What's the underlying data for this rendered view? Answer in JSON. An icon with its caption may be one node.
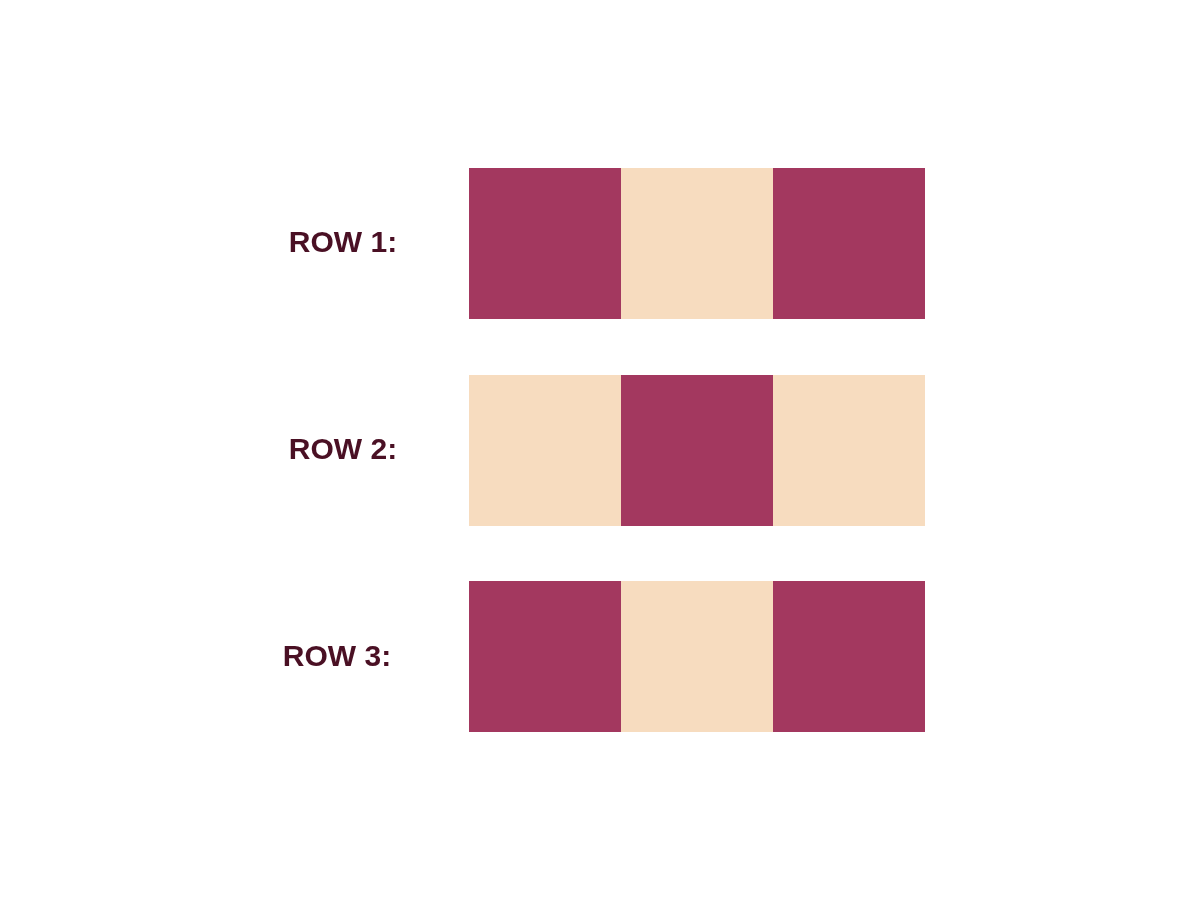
{
  "diagram": {
    "nodes": [
      {
        "text": [],
        "shape": "box"
      },
      {
        "text": [],
        "shape": "box"
      },
      {
        "text": [],
        "shape": "box"
      },
      {
        "text": [],
        "shape": "box"
      },
      {
        "text": [],
        "shape": "box"
      },
      {
        "text": [],
        "shape": "box"
      },
      {
        "text": [],
        "shape": "box"
      },
      {
        "text": [],
        "shape": "box"
      },
      {
        "text": [],
        "shape": "box"
      }
    ],
    "labels": [
      "ROW 1:",
      "ROW 2:",
      "ROW 3:"
    ]
  }
}
